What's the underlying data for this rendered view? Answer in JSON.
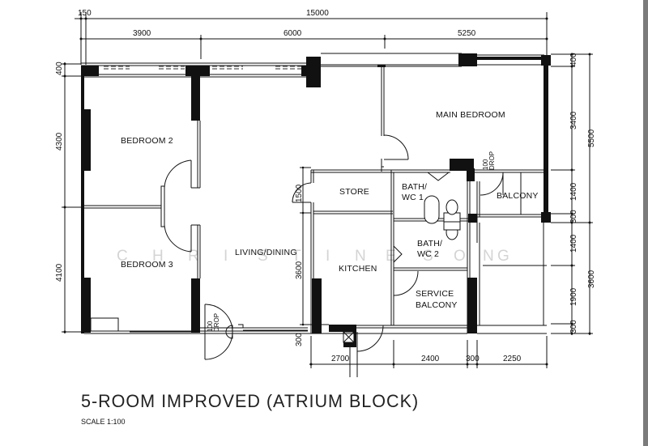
{
  "title": "5-ROOM IMPROVED (ATRIUM BLOCK)",
  "scale": "SCALE 1:100",
  "watermark": [
    "C",
    "H",
    "R",
    "I",
    "S",
    "T",
    "I",
    "N",
    "E",
    "S",
    "O",
    "N",
    "G"
  ],
  "rooms": {
    "bedroom2": "BEDROOM 2",
    "bedroom3": "BEDROOM 3",
    "living_dining": "LIVING/DINING",
    "main_bedroom": "MAIN BEDROOM",
    "store": "STORE",
    "kitchen": "KITCHEN",
    "bath1_l1": "BATH/",
    "bath1_l2": "WC 1",
    "bath2_l1": "BATH/",
    "bath2_l2": "WC 2",
    "balcony": "BALCONY",
    "service_l1": "SERVICE",
    "service_l2": "BALCONY"
  },
  "notes": {
    "drop_value": "100",
    "drop_label": "DROP"
  },
  "dimensions": {
    "top_overall": "15000",
    "top_offset": "150",
    "top_segments": [
      "3900",
      "6000",
      "5250"
    ],
    "left_segments": [
      "400",
      "4300",
      "4100"
    ],
    "right_inner": [
      "400",
      "3400",
      "1400",
      "300",
      "1400",
      "1900",
      "300"
    ],
    "right_outer": [
      "5500",
      "3600"
    ],
    "bottom_segments": [
      "2700",
      "2400",
      "300",
      "2250"
    ],
    "store_depth": "1500",
    "kitchen_depth": "3600",
    "kitchen_ledge": "300"
  }
}
